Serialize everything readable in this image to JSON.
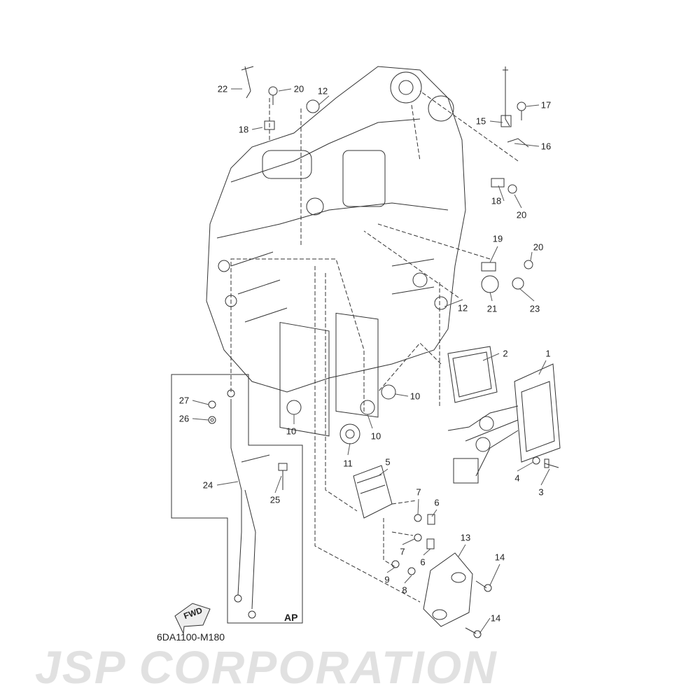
{
  "diagram_code": "6DA1100-M180",
  "watermark": "JSP CORPORATION",
  "fwd_label": "FWD",
  "ap_label": "AP",
  "labels": [
    "22",
    "20",
    "12",
    "18",
    "17",
    "15",
    "16",
    "18",
    "20",
    "19",
    "20",
    "23",
    "21",
    "12",
    "2",
    "1",
    "10",
    "10",
    "10",
    "11",
    "5",
    "7",
    "6",
    "7",
    "6",
    "9",
    "8",
    "13",
    "14",
    "14",
    "4",
    "3",
    "27",
    "26",
    "24",
    "25"
  ]
}
